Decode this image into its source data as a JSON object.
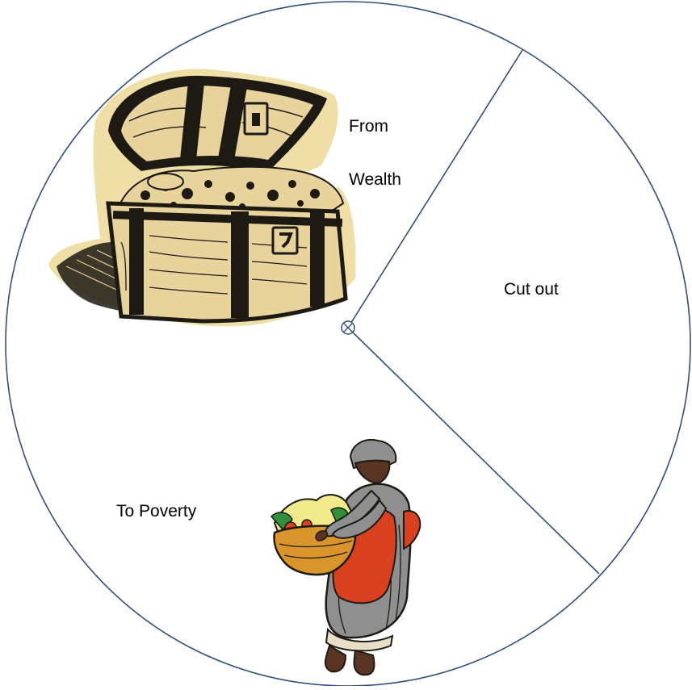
{
  "labels": {
    "from": "From",
    "wealth": "Wealth",
    "cut_out": "Cut out",
    "to_poverty": "To Poverty"
  },
  "colors": {
    "circle_stroke": "#2f4f7f",
    "chest_back": "#efdfa6",
    "chest_wood": "#e7d39b",
    "chest_dark": "#1d1a14",
    "basket": "#d9952c",
    "apron": "#d9401e",
    "dress": "#8f8f8f",
    "skin": "#5a3422"
  },
  "icons": {
    "chest": "treasure-chest-clipart",
    "woman": "woman-with-basket-clipart",
    "pivot": "pivot-circle-x-icon"
  }
}
